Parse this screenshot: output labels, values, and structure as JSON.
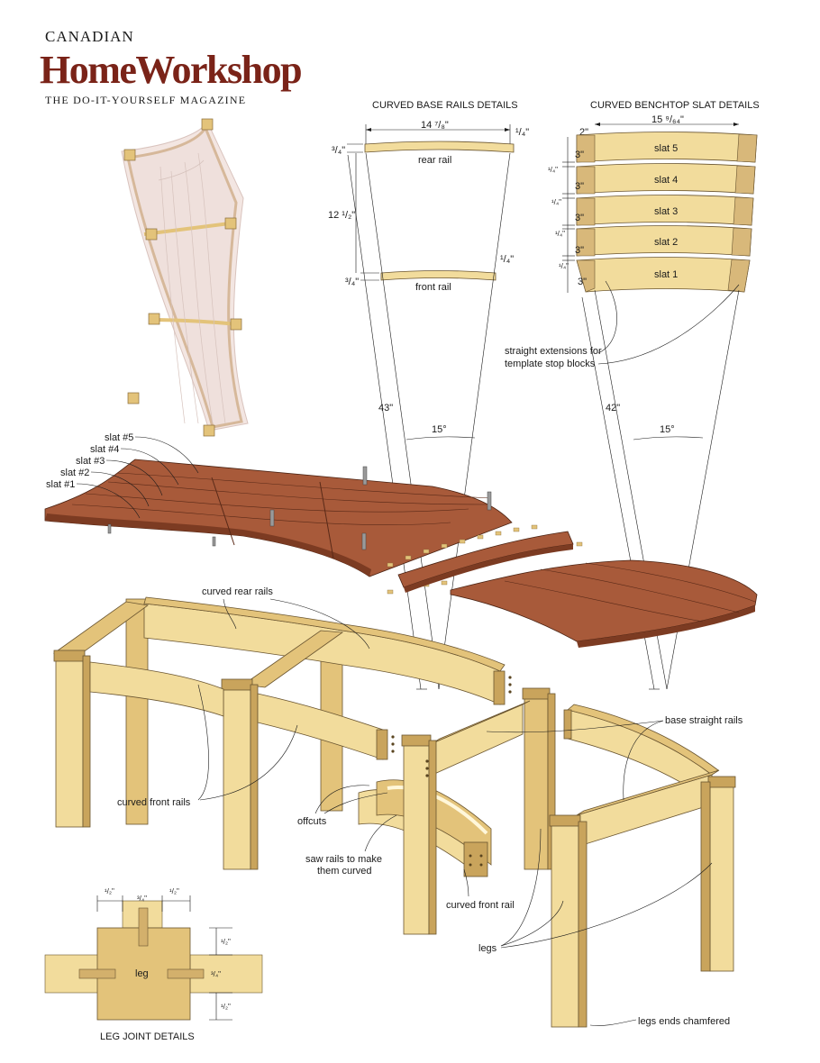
{
  "masthead": {
    "canadian": "CANADIAN",
    "home_workshop": "HomeWorkshop",
    "tagline": "THE DO-IT-YOURSELF MAGAZINE"
  },
  "base_rails": {
    "title": "CURVED BASE RAILS DETAILS",
    "rear_rail": "rear rail",
    "front_rail": "front rail",
    "dim_width": "14 ⁷/₈\"",
    "dim_quarter_top": "¹/₄\"",
    "dim_threequarter_top": "³/₄\"",
    "dim_spacing": "12 ¹/₂\"",
    "dim_threequarter_bottom": "³/₄\"",
    "dim_quarter_bottom": "¹/₄\"",
    "radius": "43\"",
    "angle": "15°"
  },
  "slats": {
    "title": "CURVED BENCHTOP SLAT DETAILS",
    "dim_width": "15 ⁹/₆₄\"",
    "dim_end": "2\"",
    "slat_labels": [
      "slat 5",
      "slat 4",
      "slat 3",
      "slat 2",
      "slat 1"
    ],
    "three": "3\"",
    "quarter": "¹/₄\"",
    "extensions_line1": "straight extensions for",
    "extensions_line2": "template stop blocks",
    "radius": "42\"",
    "angle": "15°"
  },
  "exploded": {
    "slat_labels": [
      "slat #5",
      "slat #4",
      "slat #3",
      "slat #2",
      "slat #1"
    ],
    "curved_rear_rails": "curved rear rails",
    "curved_front_rails": "curved front rails",
    "base_straight_rails": "base straight rails",
    "offcuts": "offcuts",
    "saw_line1": "saw rails to make",
    "saw_line2": "them curved",
    "curved_front_rail": "curved front rail",
    "legs": "legs",
    "legs_chamfered": "legs ends chamfered"
  },
  "leg_joint": {
    "title": "LEG JOINT DETAILS",
    "leg": "leg",
    "half": "¹/₂\"",
    "three_quarter": "³/₄\""
  }
}
